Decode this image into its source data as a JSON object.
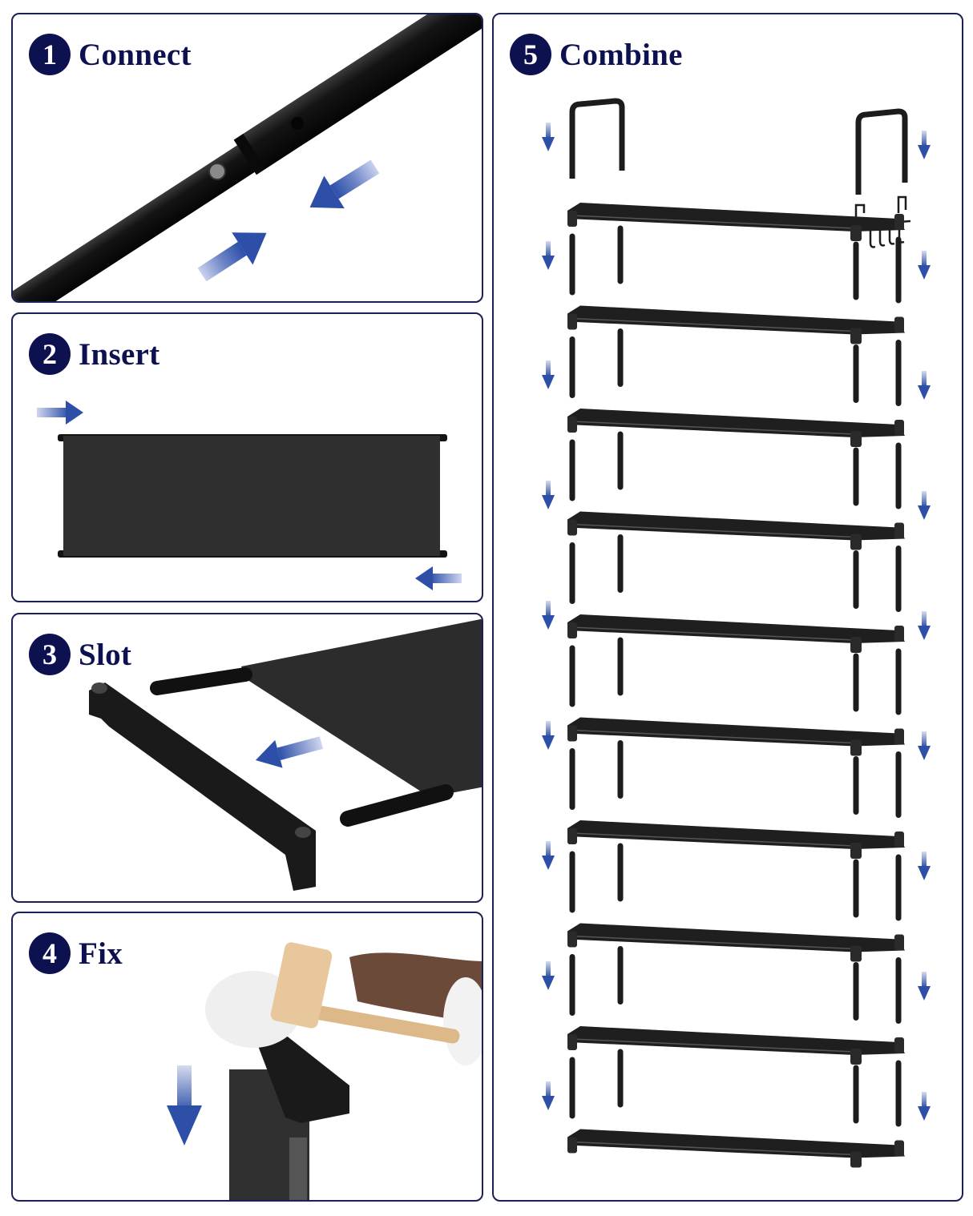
{
  "title": "Shoe Rack Assembly Steps",
  "colors": {
    "border": "#1b1f55",
    "badge": "#0d1150",
    "title_text": "#0d1150",
    "arrow": "#2d4fa8",
    "metal": "#1c1c1c",
    "fabric": "#2e2e2e"
  },
  "steps": [
    {
      "number": "1",
      "label": "Connect",
      "illustration": "two tubes joined with push-button connector, two arrows pointing toward joint"
    },
    {
      "number": "2",
      "label": "Insert",
      "illustration": "fabric shelf panel with rods inserted, arrows right (top-left) and left (bottom-right)"
    },
    {
      "number": "3",
      "label": "Slot",
      "illustration": "rod ends slotting into end connector bracket, arrow pointing left"
    },
    {
      "number": "4",
      "label": "Fix",
      "illustration": "gloved hands tapping connector onto pole with wooden mallet, arrow pointing down"
    },
    {
      "number": "5",
      "label": "Combine",
      "illustration": "exploded view of 10-tier shoe rack with poles, top handles and side hook rack, down arrows on both sides"
    }
  ],
  "combine": {
    "tiers": 10,
    "top_handles": 2,
    "side_hook_rack": true,
    "arrow_direction": "down"
  }
}
